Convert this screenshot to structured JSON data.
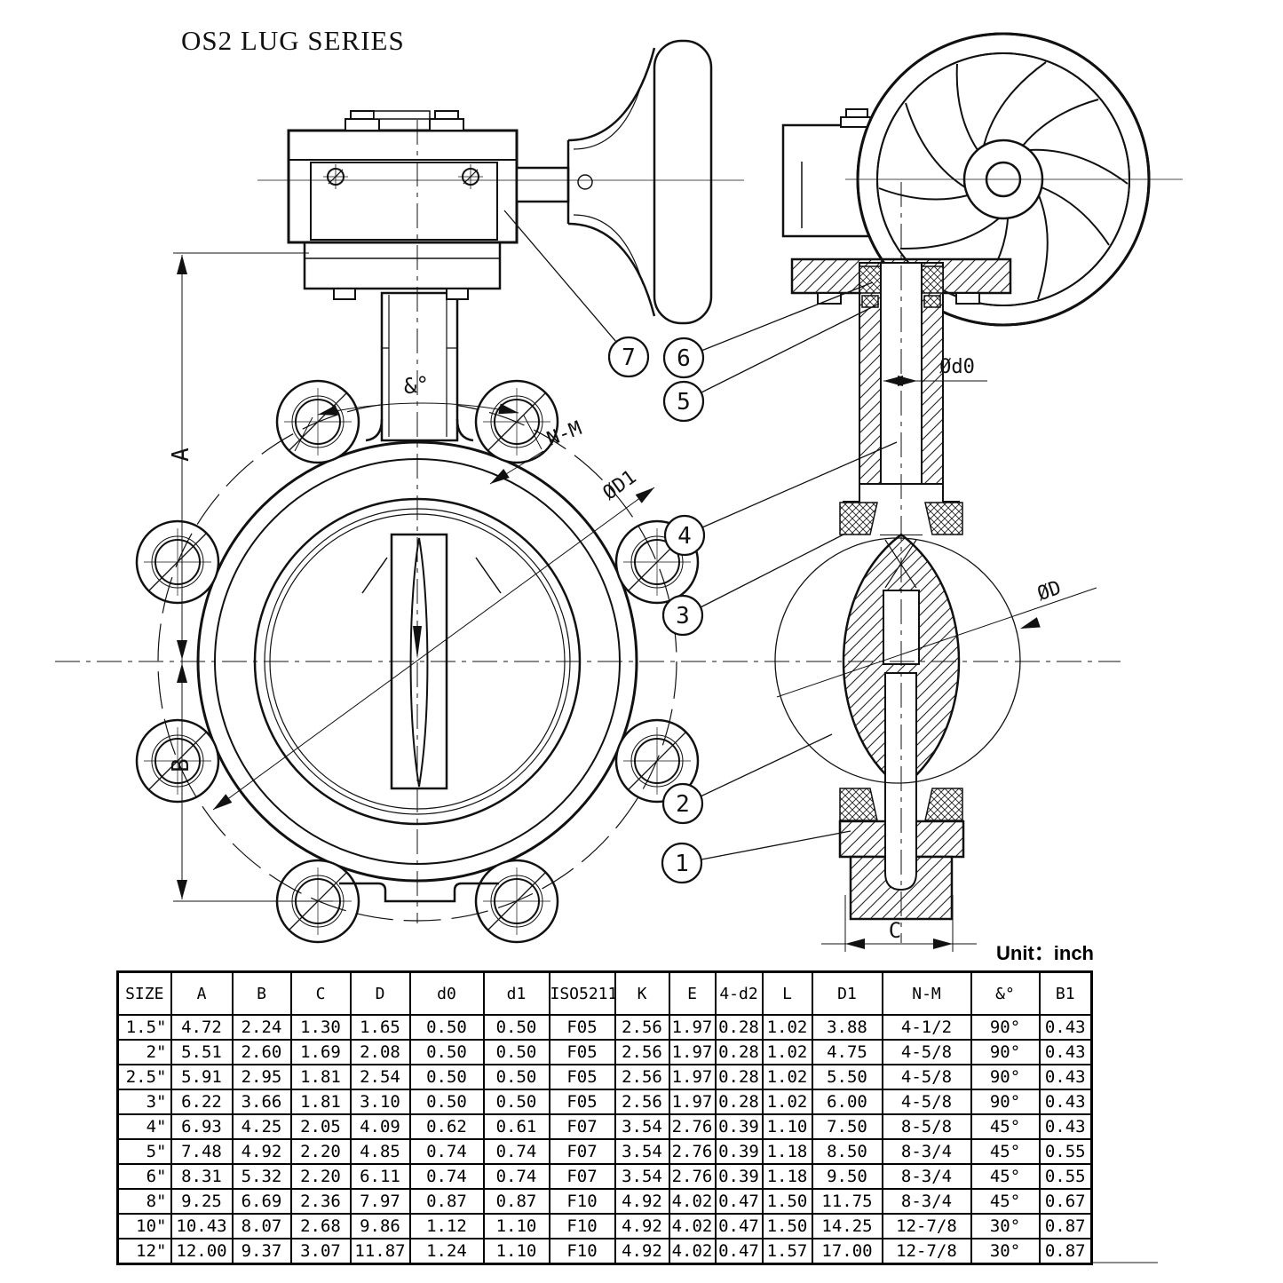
{
  "title": "OS2 LUG SERIES",
  "unit_label": "Unit：inch",
  "drawing": {
    "labels": {
      "dim_a": "A",
      "dim_b": "B",
      "dim_c": "C",
      "angle_deg": "&°",
      "bolt_pattern": "N-M",
      "bolt_circle_dia": "ØD1",
      "stem_dia": "Ød0",
      "disc_dia": "ØD"
    },
    "callouts": [
      "1",
      "2",
      "3",
      "4",
      "5",
      "6",
      "7"
    ]
  },
  "table": {
    "headers": [
      "SIZE",
      "A",
      "B",
      "C",
      "D",
      "d0",
      "d1",
      "ISO5211",
      "K",
      "E",
      "4-d2",
      "L",
      "D1",
      "N-M",
      "&°",
      "B1"
    ],
    "rows": [
      [
        "1.5\"",
        "4.72",
        "2.24",
        "1.30",
        "1.65",
        "0.50",
        "0.50",
        "F05",
        "2.56",
        "1.97",
        "0.28",
        "1.02",
        "3.88",
        "4-1/2",
        "90°",
        "0.43"
      ],
      [
        "2\"",
        "5.51",
        "2.60",
        "1.69",
        "2.08",
        "0.50",
        "0.50",
        "F05",
        "2.56",
        "1.97",
        "0.28",
        "1.02",
        "4.75",
        "4-5/8",
        "90°",
        "0.43"
      ],
      [
        "2.5\"",
        "5.91",
        "2.95",
        "1.81",
        "2.54",
        "0.50",
        "0.50",
        "F05",
        "2.56",
        "1.97",
        "0.28",
        "1.02",
        "5.50",
        "4-5/8",
        "90°",
        "0.43"
      ],
      [
        "3\"",
        "6.22",
        "3.66",
        "1.81",
        "3.10",
        "0.50",
        "0.50",
        "F05",
        "2.56",
        "1.97",
        "0.28",
        "1.02",
        "6.00",
        "4-5/8",
        "90°",
        "0.43"
      ],
      [
        "4\"",
        "6.93",
        "4.25",
        "2.05",
        "4.09",
        "0.62",
        "0.61",
        "F07",
        "3.54",
        "2.76",
        "0.39",
        "1.10",
        "7.50",
        "8-5/8",
        "45°",
        "0.43"
      ],
      [
        "5\"",
        "7.48",
        "4.92",
        "2.20",
        "4.85",
        "0.74",
        "0.74",
        "F07",
        "3.54",
        "2.76",
        "0.39",
        "1.18",
        "8.50",
        "8-3/4",
        "45°",
        "0.55"
      ],
      [
        "6\"",
        "8.31",
        "5.32",
        "2.20",
        "6.11",
        "0.74",
        "0.74",
        "F07",
        "3.54",
        "2.76",
        "0.39",
        "1.18",
        "9.50",
        "8-3/4",
        "45°",
        "0.55"
      ],
      [
        "8\"",
        "9.25",
        "6.69",
        "2.36",
        "7.97",
        "0.87",
        "0.87",
        "F10",
        "4.92",
        "4.02",
        "0.47",
        "1.50",
        "11.75",
        "8-3/4",
        "45°",
        "0.67"
      ],
      [
        "10\"",
        "10.43",
        "8.07",
        "2.68",
        "9.86",
        "1.12",
        "1.10",
        "F10",
        "4.92",
        "4.02",
        "0.47",
        "1.50",
        "14.25",
        "12-7/8",
        "30°",
        "0.87"
      ],
      [
        "12\"",
        "12.00",
        "9.37",
        "3.07",
        "11.87",
        "1.24",
        "1.10",
        "F10",
        "4.92",
        "4.02",
        "0.47",
        "1.57",
        "17.00",
        "12-7/8",
        "30°",
        "0.87"
      ]
    ]
  }
}
